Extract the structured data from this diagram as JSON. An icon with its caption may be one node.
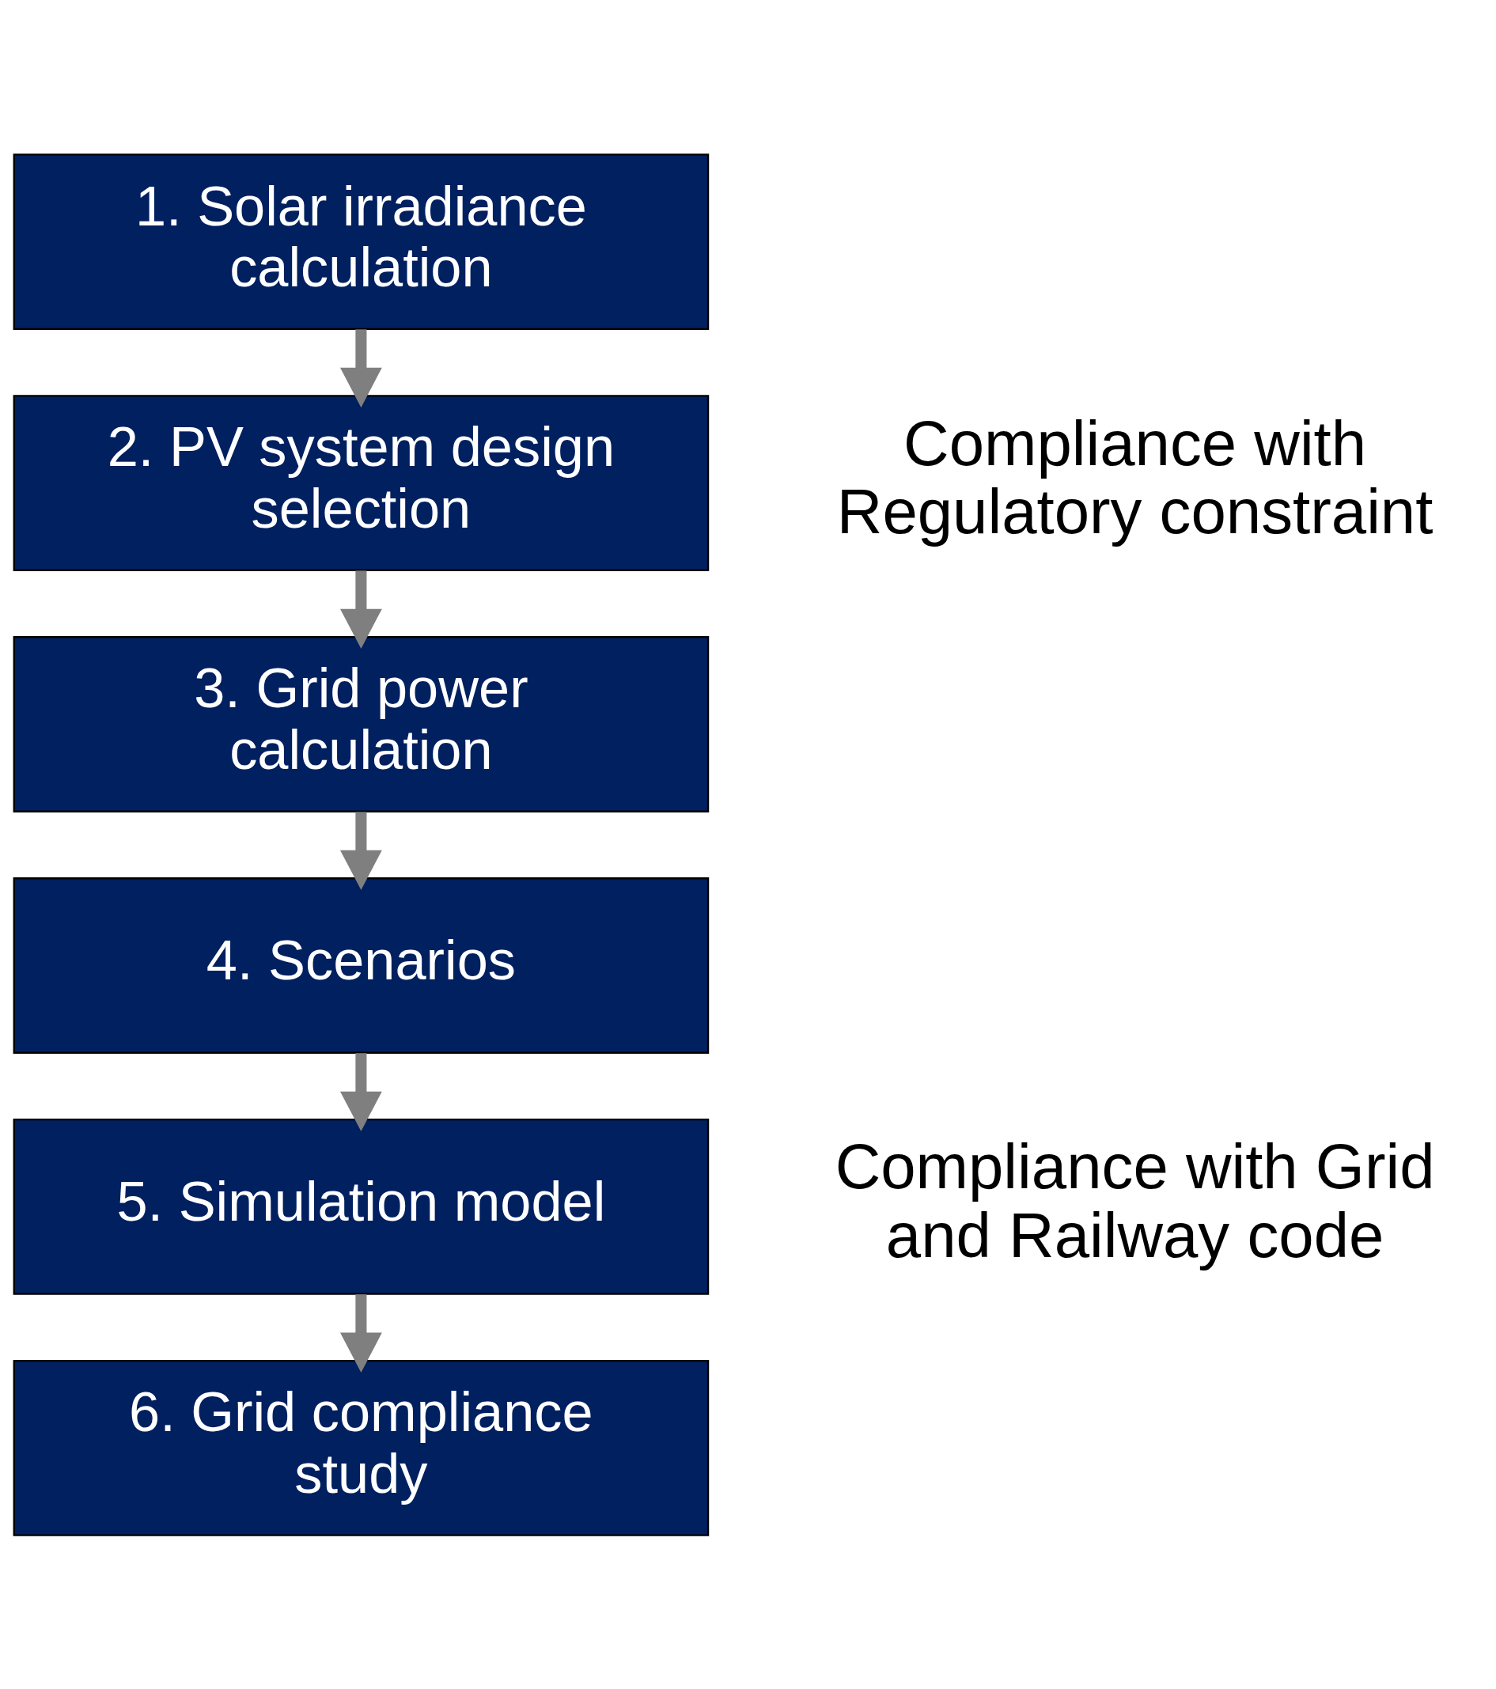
{
  "diagram": {
    "nodes": [
      {
        "text": [
          "1. Solar irradiance calculation"
        ]
      },
      {
        "text": [
          "2. PV system design selection"
        ]
      },
      {
        "text": [
          "3. Grid power calculation"
        ]
      },
      {
        "text": [
          "4. Scenarios"
        ]
      },
      {
        "text": [
          "5. Simulation model"
        ]
      },
      {
        "text": [
          "6. Grid compliance study"
        ]
      }
    ],
    "edges": [
      {
        "from": 0,
        "to": 1,
        "arrow": "to"
      },
      {
        "from": 1,
        "to": 2,
        "arrow": "to"
      },
      {
        "from": 2,
        "to": 3,
        "arrow": "to"
      },
      {
        "from": 3,
        "to": 4,
        "arrow": "to"
      },
      {
        "from": 4,
        "to": 5,
        "arrow": "to"
      }
    ],
    "labels": [
      "Compliance with Regulatory constraint",
      "Compliance with Grid and Railway code"
    ]
  }
}
